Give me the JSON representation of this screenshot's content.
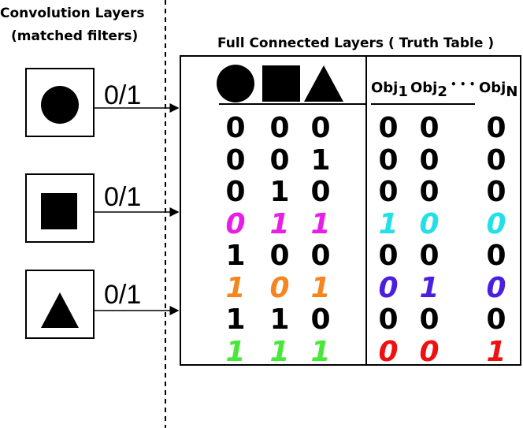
{
  "left_heading": {
    "line1": "Convolution Layers",
    "line2": "(matched filters)"
  },
  "table_heading": "Full Connected Layers ( Truth Table )",
  "filters": [
    {
      "shape": "circle-icon",
      "edge_label": "0/1"
    },
    {
      "shape": "square-icon",
      "edge_label": "0/1"
    },
    {
      "shape": "triangle-icon",
      "edge_label": "0/1"
    }
  ],
  "object_headers": [
    {
      "text": "Obj",
      "sub": "1"
    },
    {
      "text": "Obj",
      "sub": "2"
    },
    {
      "text": "Obj",
      "sub": "N"
    }
  ],
  "ellipsis": "• • •",
  "rows": [
    {
      "inputs": [
        "0",
        "0",
        "0"
      ],
      "outputs": [
        "0",
        "0",
        "0"
      ],
      "input_color": "#000000",
      "output_colors": [
        "#000000",
        "#000000",
        "#000000"
      ],
      "italic": false
    },
    {
      "inputs": [
        "0",
        "0",
        "1"
      ],
      "outputs": [
        "0",
        "0",
        "0"
      ],
      "input_color": "#000000",
      "output_colors": [
        "#000000",
        "#000000",
        "#000000"
      ],
      "italic": false
    },
    {
      "inputs": [
        "0",
        "1",
        "0"
      ],
      "outputs": [
        "0",
        "0",
        "0"
      ],
      "input_color": "#000000",
      "output_colors": [
        "#000000",
        "#000000",
        "#000000"
      ],
      "italic": false
    },
    {
      "inputs": [
        "0",
        "1",
        "1"
      ],
      "outputs": [
        "1",
        "0",
        "0"
      ],
      "input_color": "#e81ee8",
      "output_colors": [
        "#22e0e8",
        "#22e0e8",
        "#22e0e8"
      ],
      "italic": true
    },
    {
      "inputs": [
        "1",
        "0",
        "0"
      ],
      "outputs": [
        "0",
        "0",
        "0"
      ],
      "input_color": "#000000",
      "output_colors": [
        "#000000",
        "#000000",
        "#000000"
      ],
      "italic": false
    },
    {
      "inputs": [
        "1",
        "0",
        "1"
      ],
      "outputs": [
        "0",
        "1",
        "0"
      ],
      "input_color": "#f5861f",
      "output_colors": [
        "#4b1ee0",
        "#4b1ee0",
        "#4b1ee0"
      ],
      "italic": true
    },
    {
      "inputs": [
        "1",
        "1",
        "0"
      ],
      "outputs": [
        "0",
        "0",
        "0"
      ],
      "input_color": "#000000",
      "output_colors": [
        "#000000",
        "#000000",
        "#000000"
      ],
      "italic": false
    },
    {
      "inputs": [
        "1",
        "1",
        "1"
      ],
      "outputs": [
        "0",
        "0",
        "1"
      ],
      "input_color": "#47e83a",
      "output_colors": [
        "#ee1111",
        "#ee1111",
        "#ee1111"
      ],
      "italic": true
    }
  ]
}
